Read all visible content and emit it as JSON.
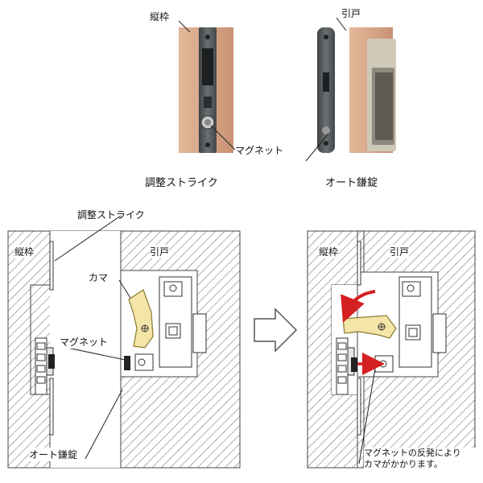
{
  "photos": {
    "left": {
      "title": "縦枠",
      "magnet_label": "マグネット",
      "caption": "調整ストライク"
    },
    "right": {
      "title": "引戸",
      "caption": "オート鎌錠"
    }
  },
  "diagram_left": {
    "frame_label": "縦枠",
    "door_label": "引戸",
    "strike_label": "調整ストライク",
    "hook_label": "カマ",
    "magnet_label": "マグネット",
    "lock_label": "オート鎌錠"
  },
  "diagram_right": {
    "frame_label": "縦枠",
    "door_label": "引戸",
    "note_line1": "マグネットの反発により",
    "note_line2": "カマがかかります。"
  },
  "colors": {
    "hook": "#f4e6a8",
    "hook_stroke": "#8a7a30",
    "arrow_red": "#d42020",
    "wood": "#d9a98a",
    "metal": "#555a5c",
    "hatch": "#888888"
  }
}
